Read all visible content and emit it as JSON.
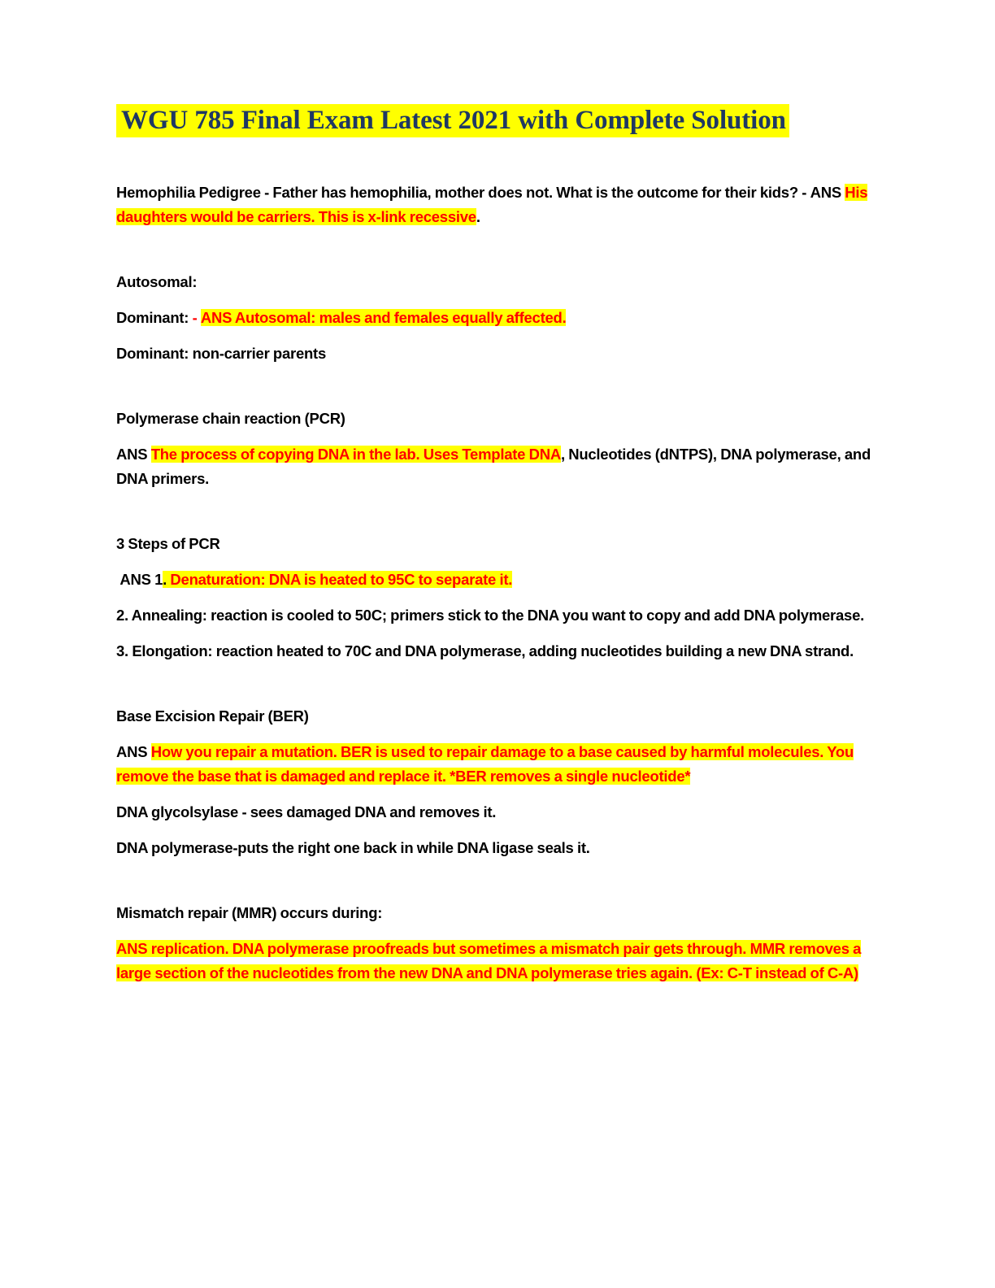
{
  "document": {
    "title": "WGU 785 Final Exam Latest 2021 with Complete Solution",
    "colors": {
      "title_text": "#1f3864",
      "highlight": "#ffff00",
      "answer_text": "#ff0000",
      "body_text": "#000000",
      "page_background": "#ffffff"
    }
  },
  "sections": [
    {
      "id": "hemophilia",
      "question": "Hemophilia Pedigree - Father has hemophilia, mother does not. What is the outcome for their kids? -",
      "ans_label": "ANS",
      "answer_highlighted": "His daughters would be carriers. This is x-link recessive",
      "answer_trailing": "."
    },
    {
      "id": "autosomal",
      "heading": "Autosomal:",
      "dominant_label": "Dominant:",
      "dash": "-",
      "answer_highlighted": "ANS Autosomal: males and females equally affected.",
      "dominant_second": "Dominant: non-carrier parents"
    },
    {
      "id": "pcr",
      "question": "Polymerase chain reaction (PCR)",
      "ans_label": "ANS",
      "answer_highlighted": "The process of copying DNA in the lab. Uses Template DNA",
      "answer_plain": ", Nucleotides (dNTPS), DNA polymerase, and DNA primers."
    },
    {
      "id": "pcr-steps",
      "question": "3 Steps of PCR",
      "ans_label": "ANS 1",
      "step1_highlight_period": ".",
      "step1_highlighted": " Denaturation: DNA is heated to 95C to separate it.",
      "step2": "2. Annealing: reaction is cooled to 50C; primers stick to the DNA you want to copy and add DNA polymerase.",
      "step3": "3. Elongation: reaction heated to 70C and DNA polymerase, adding nucleotides building a new DNA strand."
    },
    {
      "id": "ber",
      "question": "Base Excision Repair (BER)",
      "ans_label": "ANS",
      "answer_highlighted": "How you repair a mutation. BER is used to repair damage to a base caused by harmful molecules. You remove the base that is damaged and replace it. *BER removes a single nucleotide*",
      "note1": "DNA glycolsylase - sees damaged DNA and removes it.",
      "note2": "DNA polymerase-puts the right one back in while DNA ligase seals it."
    },
    {
      "id": "mmr",
      "question": "Mismatch repair (MMR) occurs during:",
      "answer_highlighted": "ANS replication. DNA polymerase proofreads but sometimes a mismatch pair gets through. MMR removes a large section of the nucleotides from the new DNA and DNA polymerase tries again. (Ex: C-T instead of C-A)"
    }
  ]
}
